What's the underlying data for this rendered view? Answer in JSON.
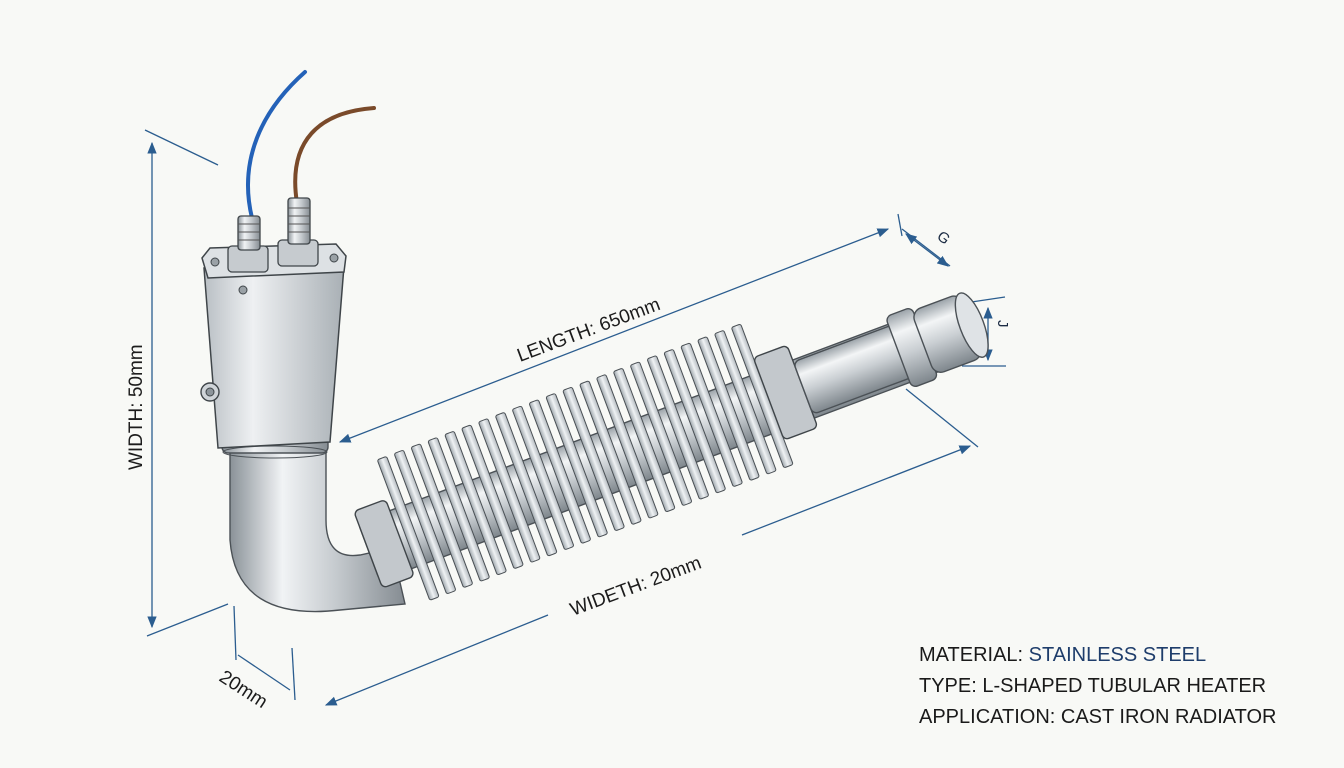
{
  "dimensions": {
    "width_vertical": "WIDTH: 50mm",
    "length": "LENGTH: 650mm",
    "width_bottom": "WIDETH: 20mm",
    "depth": "20mm",
    "small_top": "G",
    "small_right": "J"
  },
  "specs": [
    {
      "key": "MATERIAL: ",
      "value": "STAINLESS STEEL",
      "value_color": "#1e3d6b"
    },
    {
      "key": "TYPE: ",
      "value": "L-SHAPED TUBULAR HEATER",
      "value_color": "#1a1a1a"
    },
    {
      "key": "APPLICATION: ",
      "value": "CAST IRON RADIATOR",
      "value_color": "#1a1a1a"
    }
  ],
  "colors": {
    "dimension_line": "#2b5d8f",
    "wire_blue": "#2462b8",
    "wire_brown": "#7a4a2a",
    "steel_light": "#eef1f3",
    "steel_dark": "#8a939a"
  }
}
